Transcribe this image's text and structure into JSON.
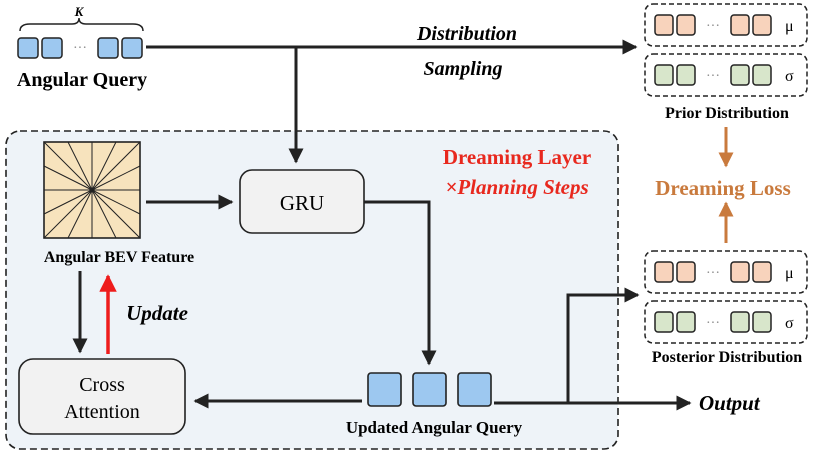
{
  "top": {
    "k_label": "K",
    "angular_query_label": "Angular Query",
    "sampling_line1": "Distribution",
    "sampling_line2": "Sampling"
  },
  "prior": {
    "mu_symbol": "μ",
    "sigma_symbol": "σ",
    "label": "Prior Distribution"
  },
  "posterior": {
    "mu_symbol": "μ",
    "sigma_symbol": "σ",
    "label": "Posterior Distribution"
  },
  "dreaming_loss": "Dreaming Loss",
  "dreaming_layer": {
    "title": "Dreaming Layer",
    "steps": "×Planning Steps"
  },
  "blocks": {
    "gru": "GRU",
    "cross_attention_line1": "Cross",
    "cross_attention_line2": "Attention",
    "bev_label": "Angular BEV Feature",
    "update_label": "Update",
    "updated_query_label": "Updated Angular Query",
    "output_label": "Output"
  },
  "colors": {
    "query_blue": "#9dc8f0",
    "mu_orange": "#f8d3bc",
    "sigma_green": "#d8e6cb",
    "layer_bg": "#eef3f8",
    "bev_fill": "#f7e3bd",
    "loss_orange": "#c97a3d",
    "update_red": "#ee1c1c",
    "title_red": "#e8281e"
  }
}
